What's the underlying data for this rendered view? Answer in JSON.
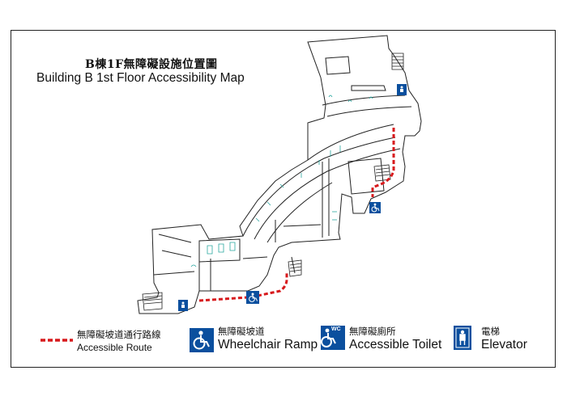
{
  "title": {
    "zh": "B棟1F無障礙設施位置圖",
    "en": "Building B 1st Floor Accessibility Map"
  },
  "legend": {
    "route": {
      "zh": "無障礙坡道通行路線",
      "en": "Accessible Route"
    },
    "ramp": {
      "zh": "無障礙坡道",
      "en": "Wheelchair Ramp"
    },
    "toilet": {
      "zh": "無障礙廁所",
      "en": "Accessible Toilet",
      "badge": "WC"
    },
    "elevator": {
      "zh": "電梯",
      "en": "Elevator"
    }
  },
  "colors": {
    "route": "#d7191c",
    "icon_bg": "#0b4f9e",
    "plan_line": "#222222",
    "plan_detail": "#2aa7a0"
  },
  "map_icons": [
    {
      "kind": "elevator",
      "icon": "elevator-icon"
    },
    {
      "kind": "ramp",
      "icon": "wheelchair-icon"
    },
    {
      "kind": "ramp",
      "icon": "wheelchair-icon"
    },
    {
      "kind": "elevator",
      "icon": "elevator-icon"
    }
  ]
}
